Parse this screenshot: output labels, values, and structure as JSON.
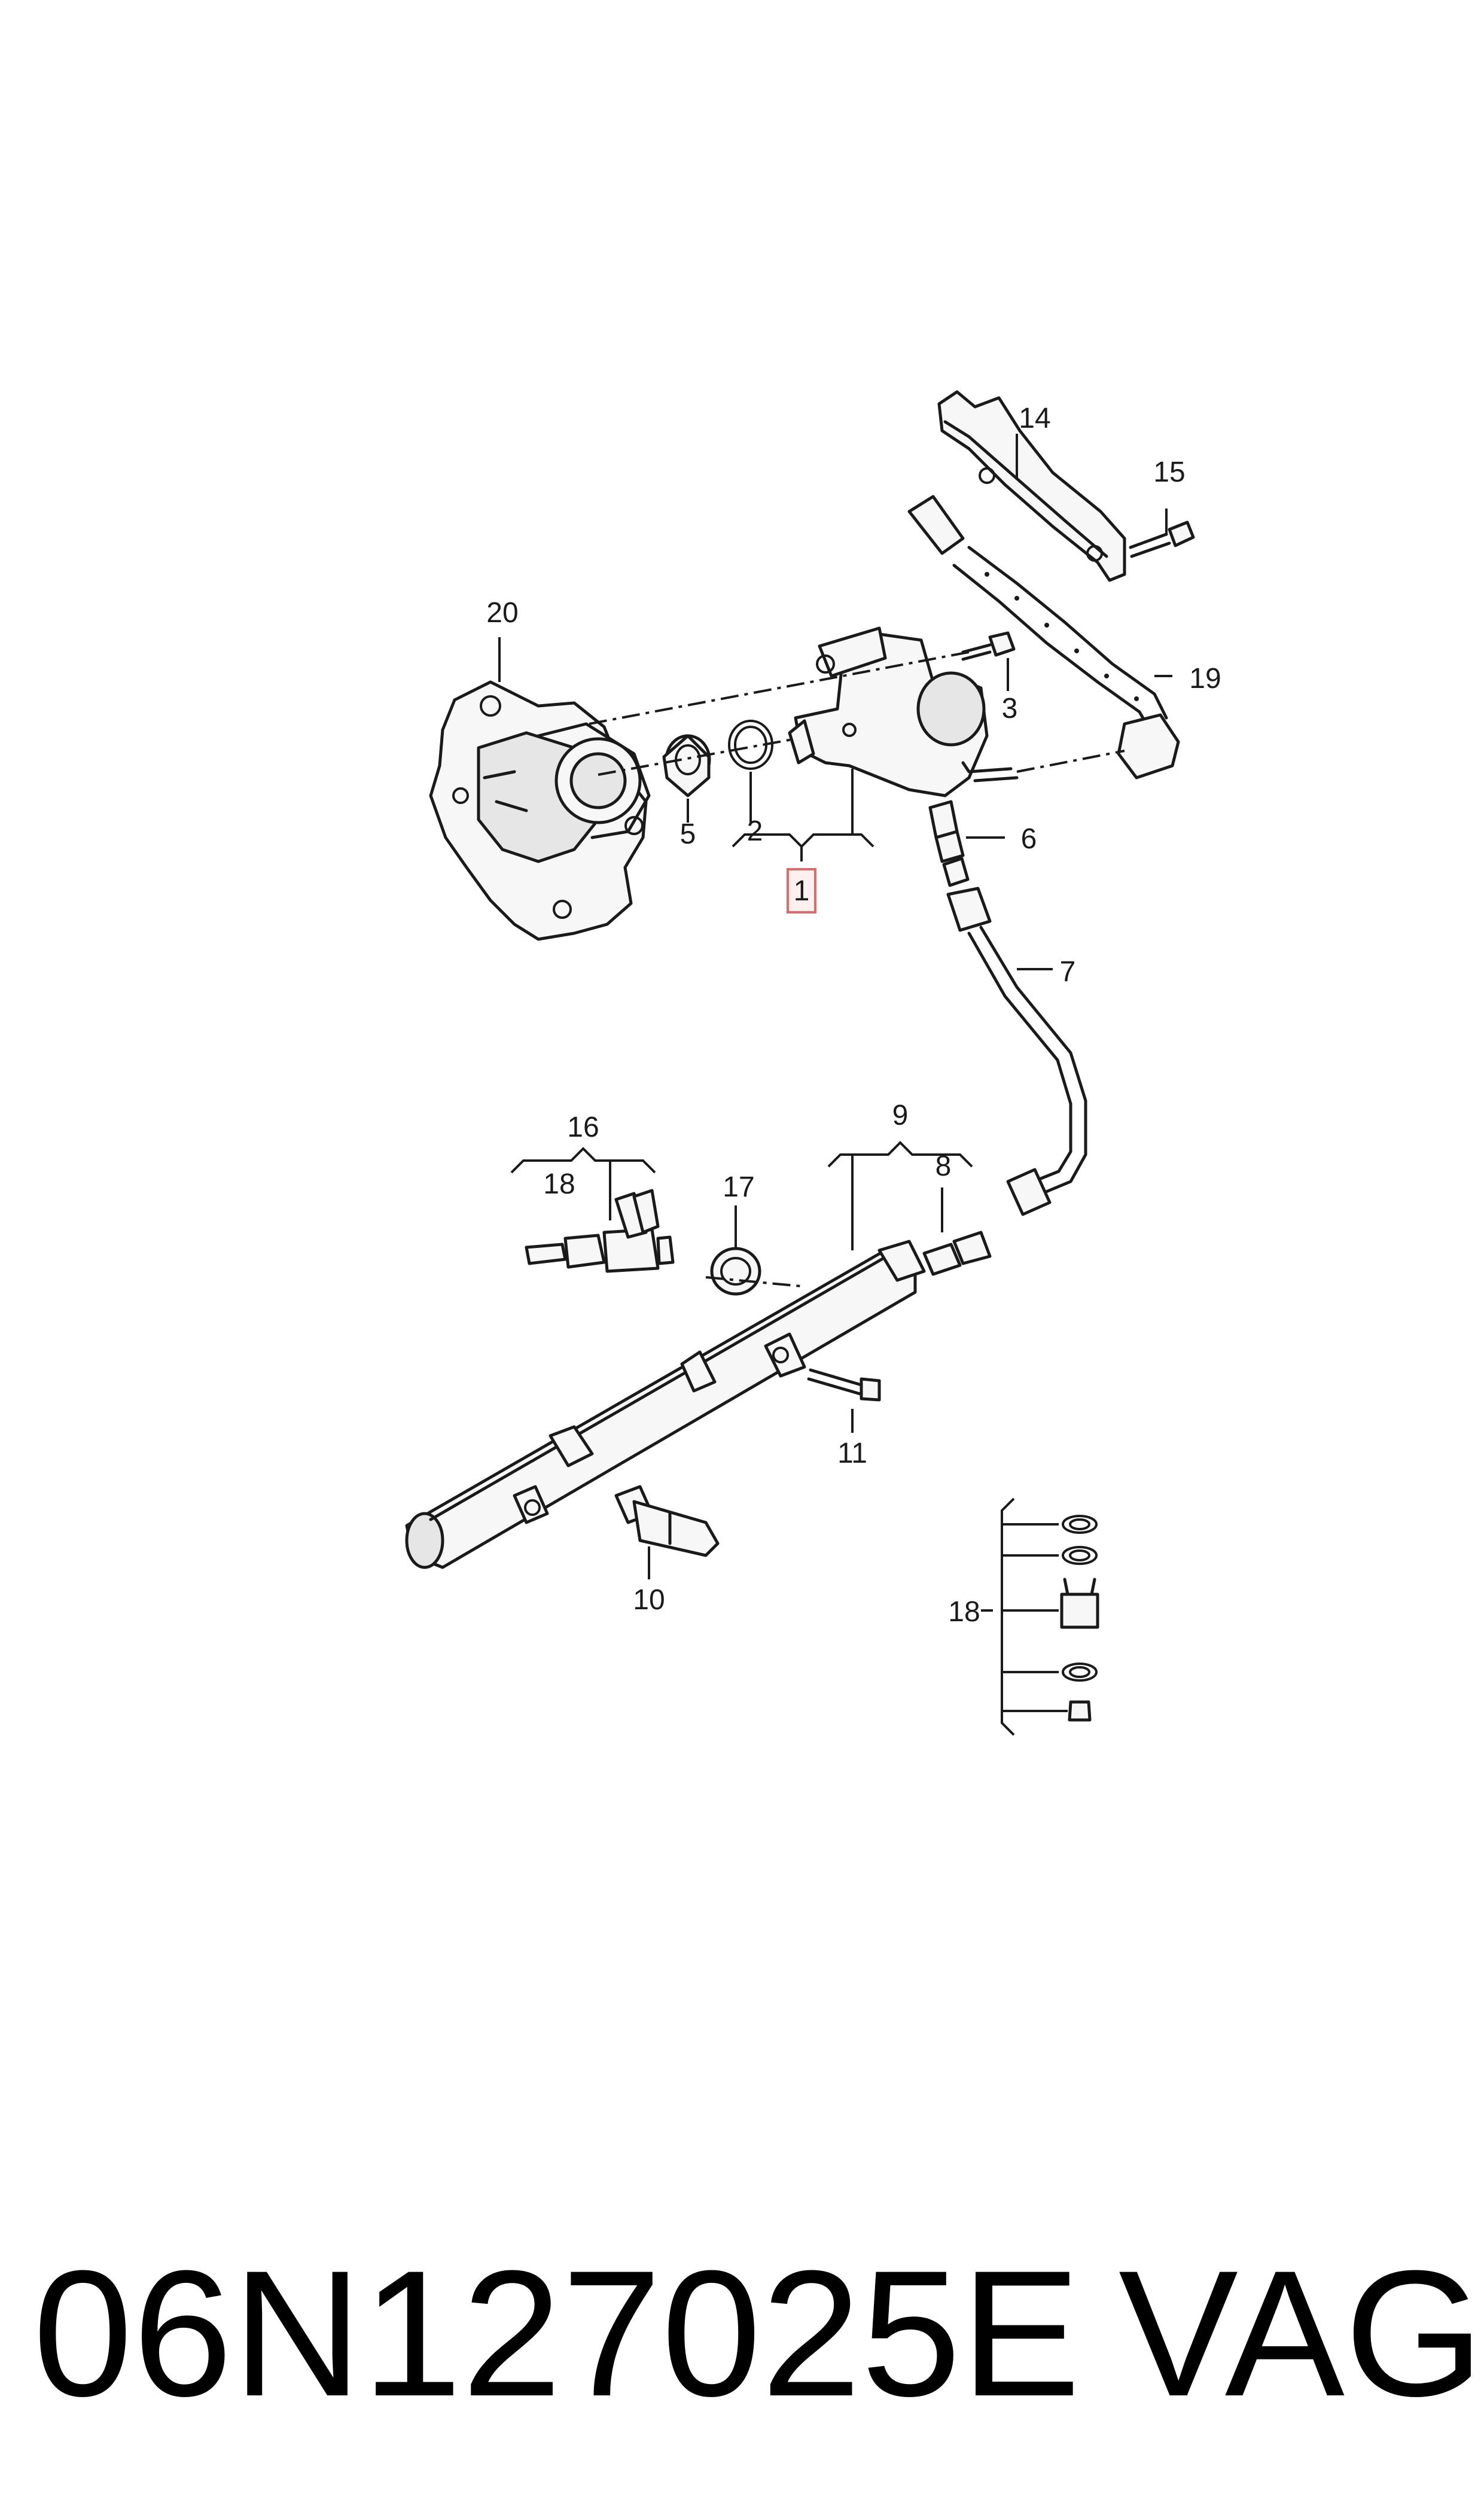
{
  "callouts": {
    "c1": "1",
    "c2": "2",
    "c3": "3",
    "c5": "5",
    "c6": "6",
    "c7": "7",
    "c8": "8",
    "c9": "9",
    "c10": "10",
    "c11": "11",
    "c14": "14",
    "c15": "15",
    "c16": "16",
    "c17": "17",
    "c18a": "18",
    "c18b": "18",
    "c19": "19",
    "c20": "20"
  },
  "highlighted_callout": "1",
  "highlight_color": "#e06a6a",
  "footer": {
    "part_number": "06N127025E",
    "brand": "VAG"
  }
}
